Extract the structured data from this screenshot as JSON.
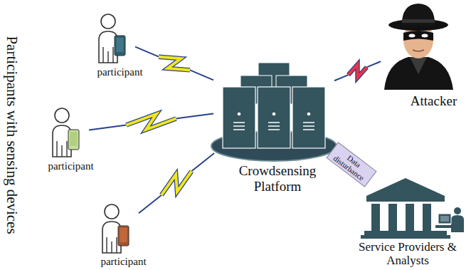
{
  "diagram": {
    "nodes": [
      {
        "text": [
          "participant"
        ]
      },
      {
        "text": [
          "participant"
        ]
      },
      {
        "text": [
          "participant"
        ]
      },
      {
        "text": [
          "Crowdsensing Platform"
        ]
      },
      {
        "text": [
          "Attacker"
        ]
      },
      {
        "text": [
          "Service Providers & Analysts"
        ]
      }
    ],
    "edges": [
      {
        "from": 0,
        "to": 3,
        "arrow": "none"
      },
      {
        "from": 1,
        "to": 3,
        "arrow": "none"
      },
      {
        "from": 2,
        "to": 3,
        "arrow": "none"
      },
      {
        "from": 4,
        "to": 3,
        "arrow": "none"
      },
      {
        "from": 3,
        "to": 5,
        "label": "Data disturbance",
        "arrow": "none"
      }
    ],
    "labels": [
      "Participants with sensing devices"
    ]
  }
}
